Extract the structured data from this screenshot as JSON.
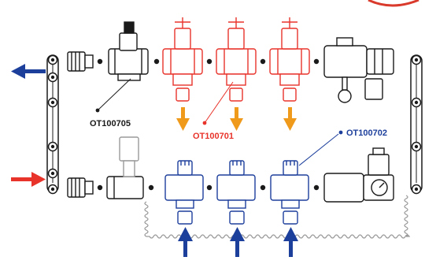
{
  "labels": {
    "black": "OT100705",
    "red": "OT100701",
    "blue": "OT100702"
  },
  "colors": {
    "black": "#1a1a1a",
    "red": "#e8332a",
    "blue": "#1d3f9c",
    "orange": "#f09a1c",
    "gray": "#9a9a9a"
  },
  "icons": {
    "supply_arrow": "arrow-left-icon",
    "return_arrow": "arrow-right-icon",
    "hot_drop": "arrow-down-icon",
    "cold_rise": "arrow-up-icon"
  }
}
